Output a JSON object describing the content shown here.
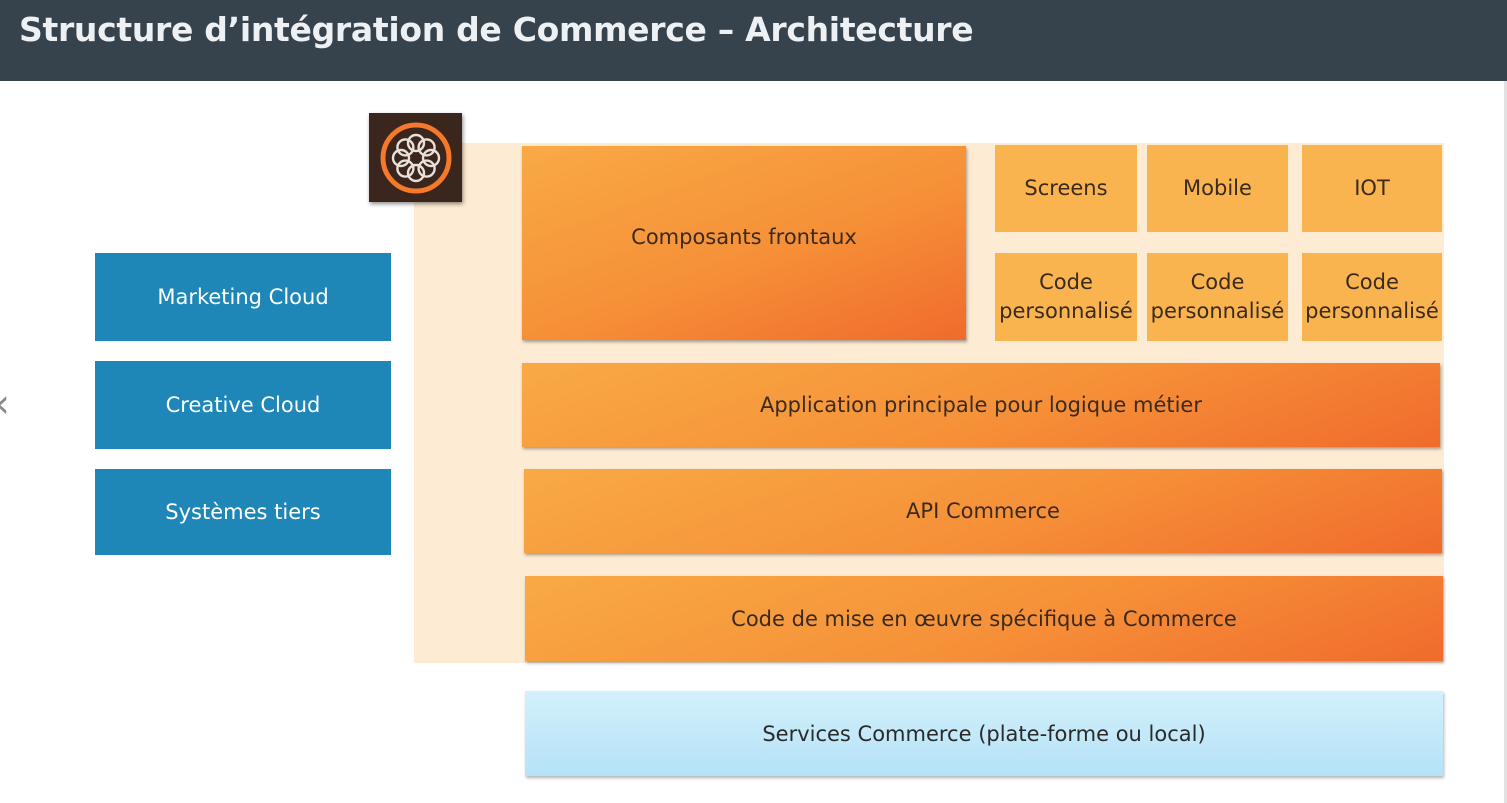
{
  "header": {
    "title": "Structure d’intégration de Commerce – Architecture"
  },
  "navigation": {
    "prev_icon": "chevron-left-icon",
    "prev_glyph": "‹"
  },
  "left_systems": [
    {
      "label": "Marketing Cloud"
    },
    {
      "label": "Creative Cloud"
    },
    {
      "label": "Systèmes tiers"
    }
  ],
  "logo": {
    "icon": "adobe-experience-manager-logo"
  },
  "frontend": {
    "label": "Composants frontaux"
  },
  "channels": [
    {
      "label": "Screens"
    },
    {
      "label": "Mobile"
    },
    {
      "label": "IOT"
    }
  ],
  "custom_code": [
    {
      "label": "Code personnalisé"
    },
    {
      "label": "Code personnalisé"
    },
    {
      "label": "Code personnalisé"
    }
  ],
  "layers": [
    {
      "label": "Application principale pour logique métier"
    },
    {
      "label": "API Commerce"
    },
    {
      "label": "Code de mise en œuvre spécifique à Commerce"
    }
  ],
  "services": {
    "label": "Services Commerce (plate-forme ou local)"
  },
  "colors": {
    "header_bg": "#37434c",
    "left_box": "#1e87b8",
    "cream_bg": "#fdebd3",
    "orange_layer": "#f69038",
    "tile": "#f9b44f",
    "services_bg": "#c3e9fa"
  }
}
